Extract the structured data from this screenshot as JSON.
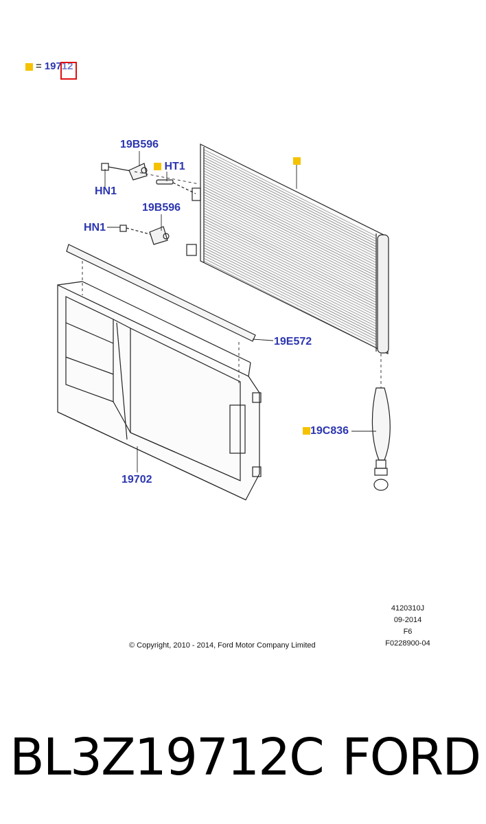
{
  "legend": {
    "equals": "=",
    "code": "19712"
  },
  "callouts": {
    "c1": "19B596",
    "c2": "HT1",
    "c3": "HN1",
    "c4": "19B596",
    "c5": "HN1",
    "c6": "19E572",
    "c7": "19C836",
    "c8": "19702"
  },
  "meta": {
    "line1": "4120310J",
    "line2": "09-2014",
    "line3": "F6",
    "line4": "F0228900-04"
  },
  "copyright": "© Copyright, 2010 - 2014, Ford Motor Company Limited",
  "caption": {
    "part_number": "BL3Z19712C",
    "brand": "FORD"
  },
  "colors": {
    "label": "#2b35b0",
    "marker": "#f5c200",
    "highlight": "#e01010"
  }
}
